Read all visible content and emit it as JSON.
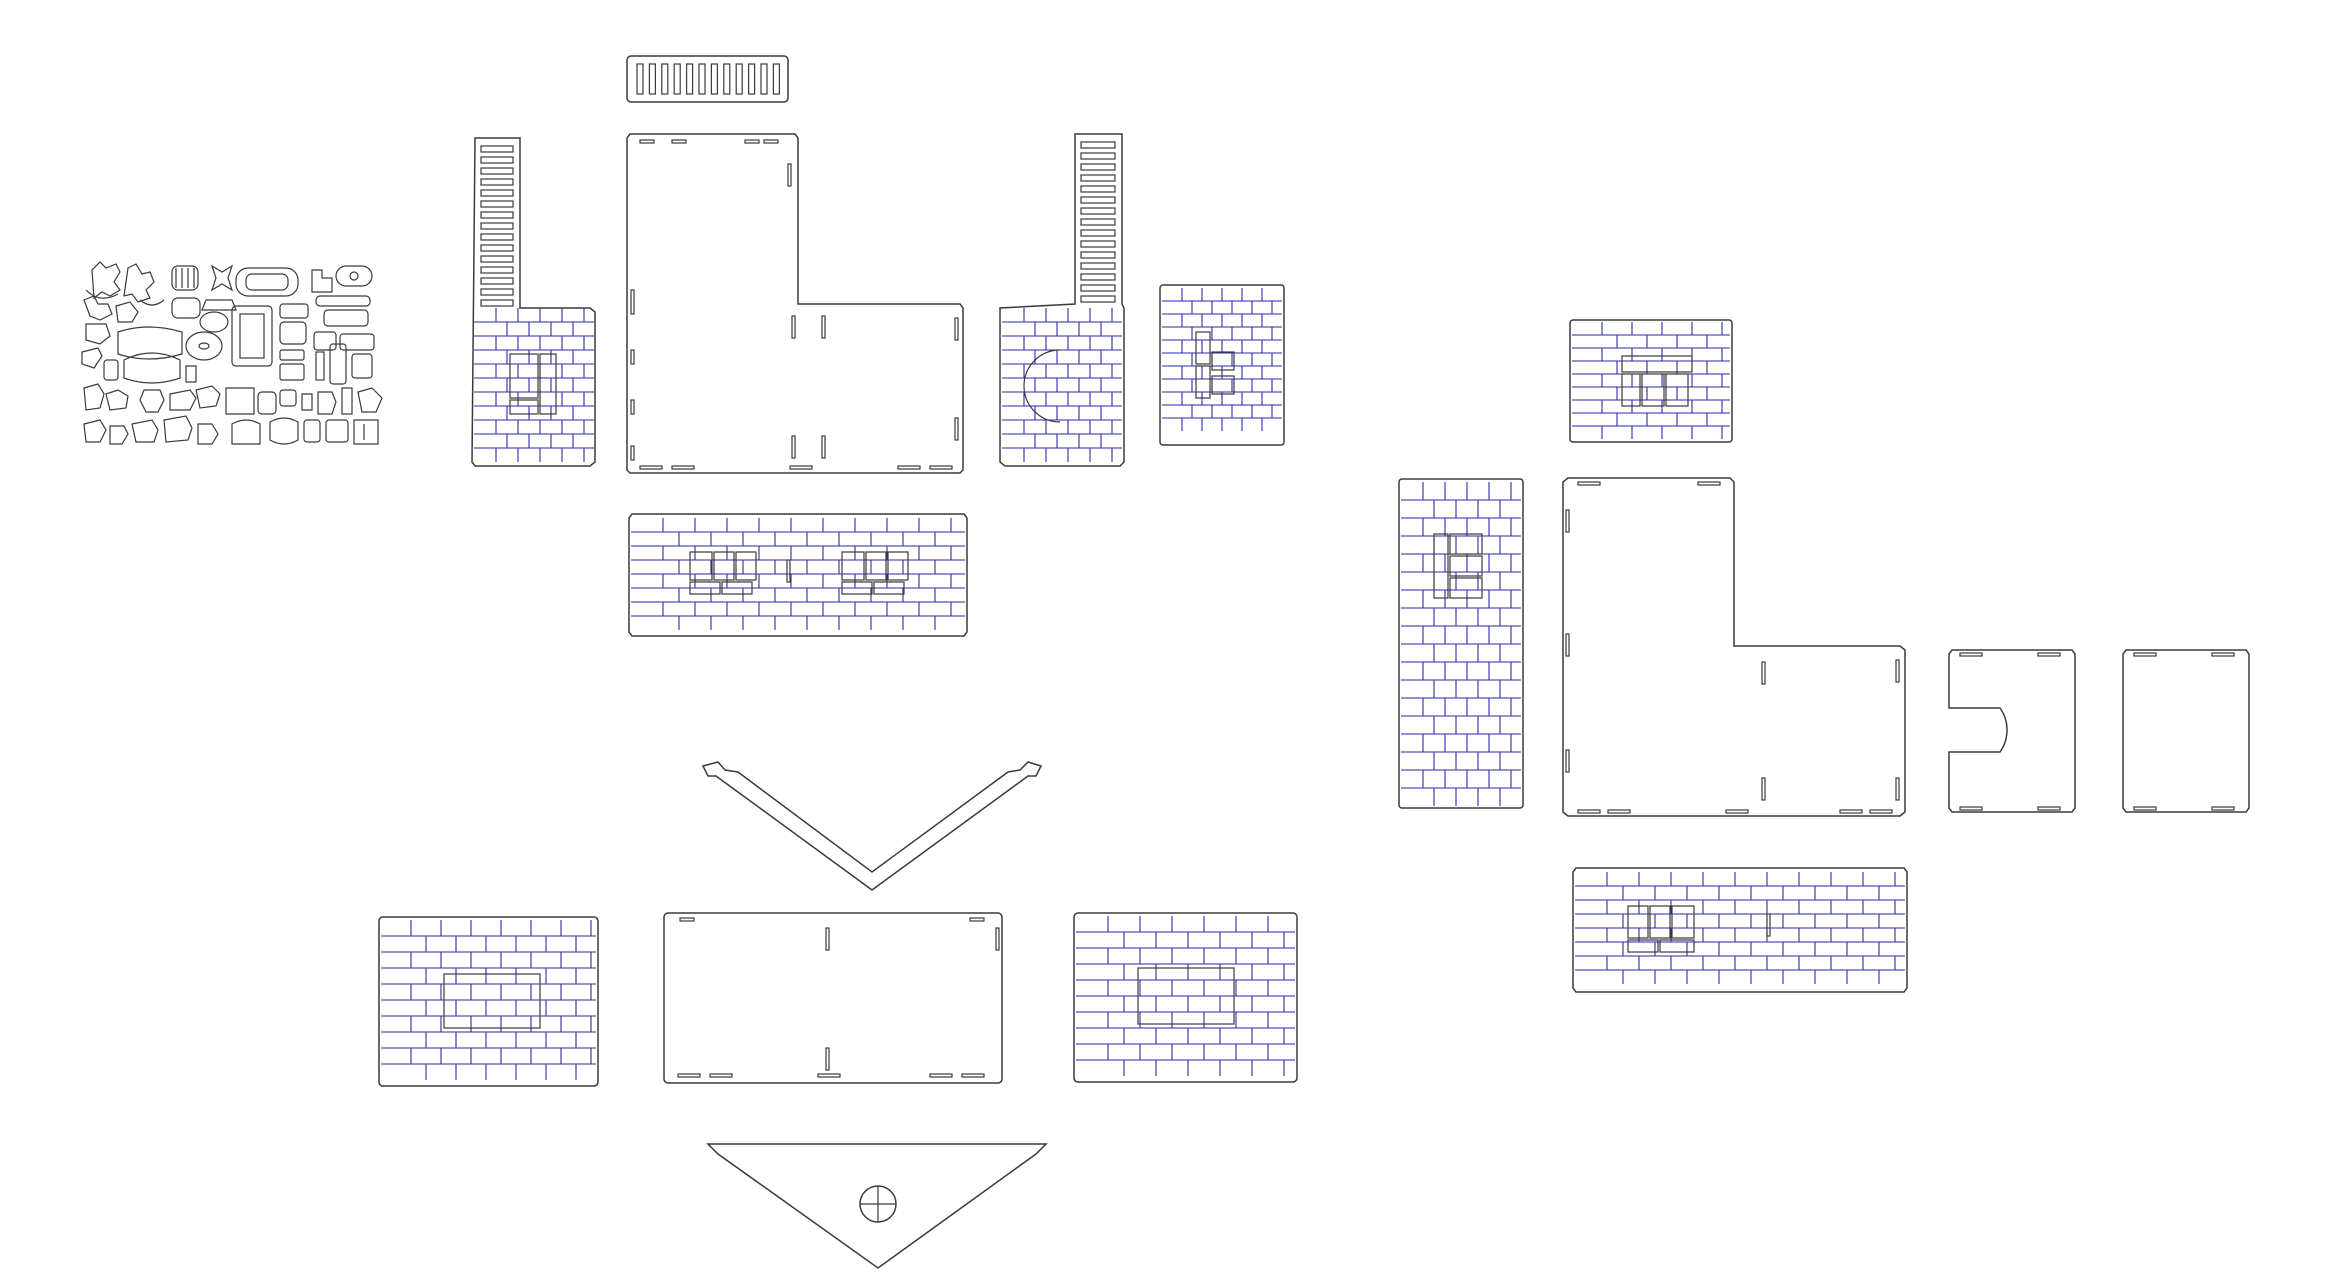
{
  "canvas": {
    "background": "#ffffff"
  },
  "colors": {
    "cut_line": "#3a3a3a",
    "engrave_line": "#2a2aa8"
  },
  "parts": [
    {
      "name": "furniture-pieces-cluster"
    },
    {
      "name": "chimney-grill-strip"
    },
    {
      "name": "left-wall-with-chimney"
    },
    {
      "name": "l-shaped-floor-plate-top"
    },
    {
      "name": "right-wall-with-chimney"
    },
    {
      "name": "small-brick-wall-top"
    },
    {
      "name": "front-brick-wall-top"
    },
    {
      "name": "v-roof-support"
    },
    {
      "name": "roof-panel-left"
    },
    {
      "name": "base-plate-center"
    },
    {
      "name": "roof-panel-right"
    },
    {
      "name": "gable-triangle-with-round-window"
    },
    {
      "name": "small-brick-wall-right"
    },
    {
      "name": "tall-brick-wall-right"
    },
    {
      "name": "l-shaped-floor-plate-right"
    },
    {
      "name": "panel-with-arch-cutout"
    },
    {
      "name": "plain-end-panel"
    },
    {
      "name": "front-brick-wall-right"
    }
  ]
}
